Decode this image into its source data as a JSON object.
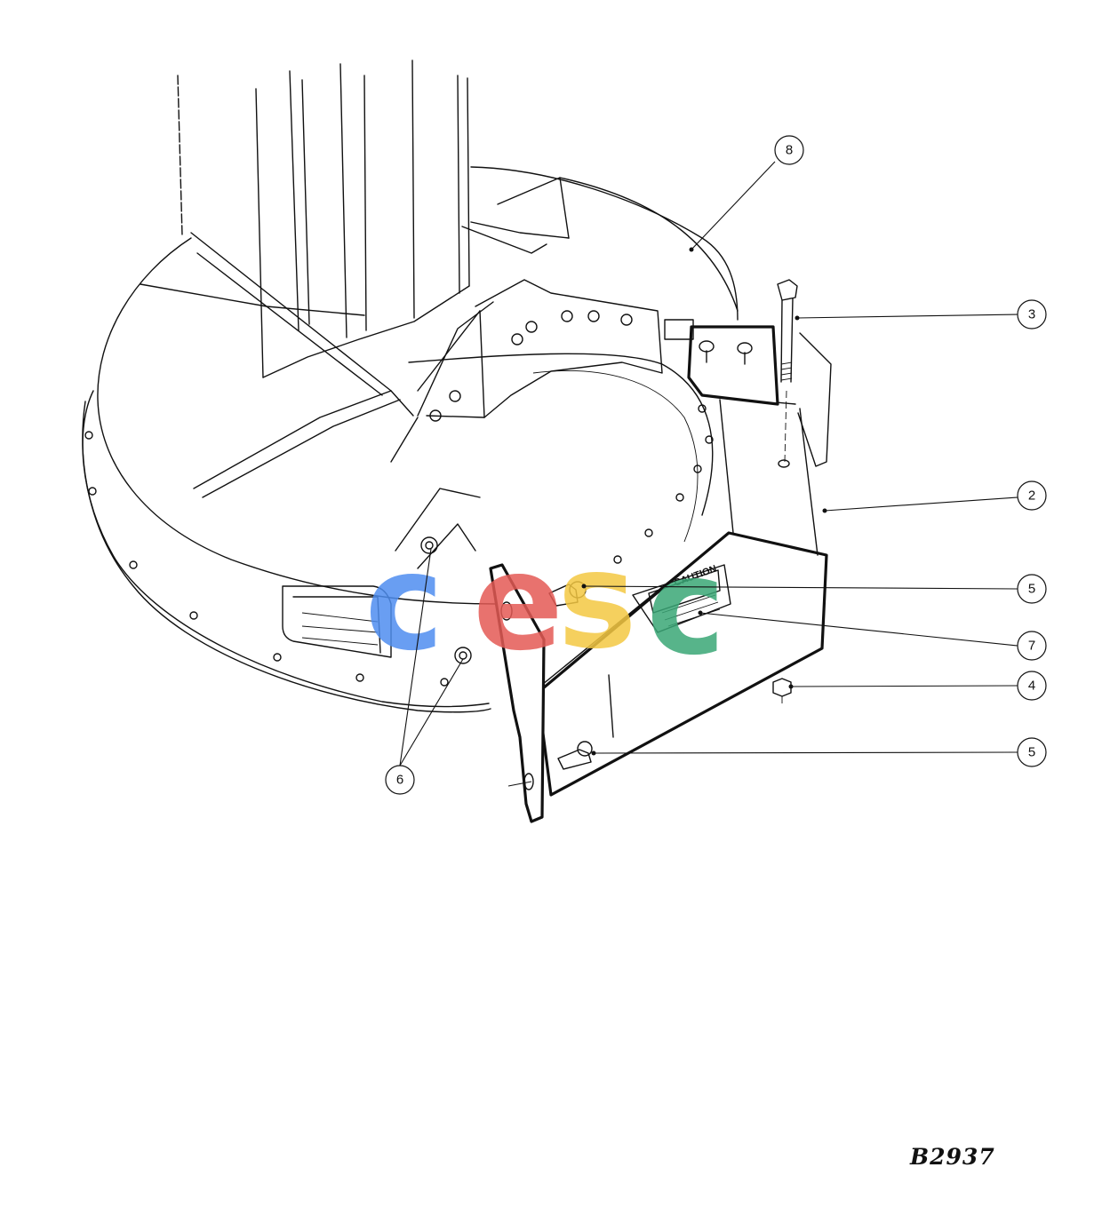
{
  "callouts": [
    {
      "id": "8",
      "label": "8"
    },
    {
      "id": "3",
      "label": "3"
    },
    {
      "id": "2",
      "label": "2"
    },
    {
      "id": "5a",
      "label": "5"
    },
    {
      "id": "7",
      "label": "7"
    },
    {
      "id": "4",
      "label": "4"
    },
    {
      "id": "5b",
      "label": "5"
    },
    {
      "id": "6",
      "label": "6"
    }
  ],
  "caution_label": "CAUTION",
  "watermark": {
    "letters": [
      "c",
      "e",
      "s",
      "c"
    ],
    "colors": [
      "#4f8ef0",
      "#e45a55",
      "#f4c842",
      "#3aa776"
    ]
  },
  "drawing_id": "B2937"
}
